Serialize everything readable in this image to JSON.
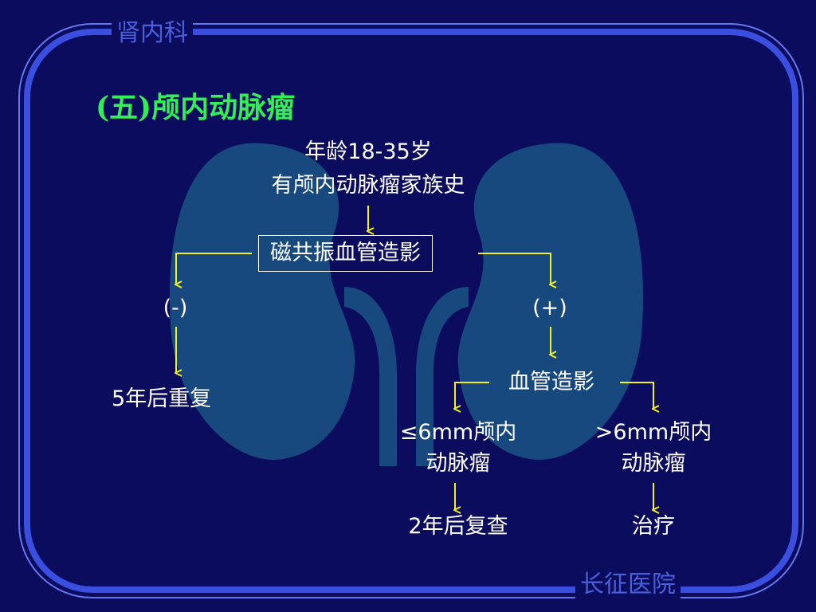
{
  "header": {
    "department": "肾内科"
  },
  "footer": {
    "hospital": "长征医院"
  },
  "slide": {
    "title": "(五)颅内动脉瘤",
    "criteria_line1": "年龄18-35岁",
    "criteria_line2": "有颅内动脉瘤家族史",
    "test": "磁共振血管造影",
    "negative": "(-)",
    "positive": "(+)",
    "negative_outcome": "5年后重复",
    "next_test": "血管造影",
    "small_line1": "≤6mm颅内",
    "small_line2": "动脉瘤",
    "large_line1": ">6mm颅内",
    "large_line2": "动脉瘤",
    "small_outcome": "2年后复查",
    "large_outcome": "治疗"
  },
  "colors": {
    "background": "#0c0c5e",
    "frame": "#3a4fe0",
    "title": "#33ee55",
    "arrows": "#f0f020",
    "kidney": "#17487e"
  }
}
